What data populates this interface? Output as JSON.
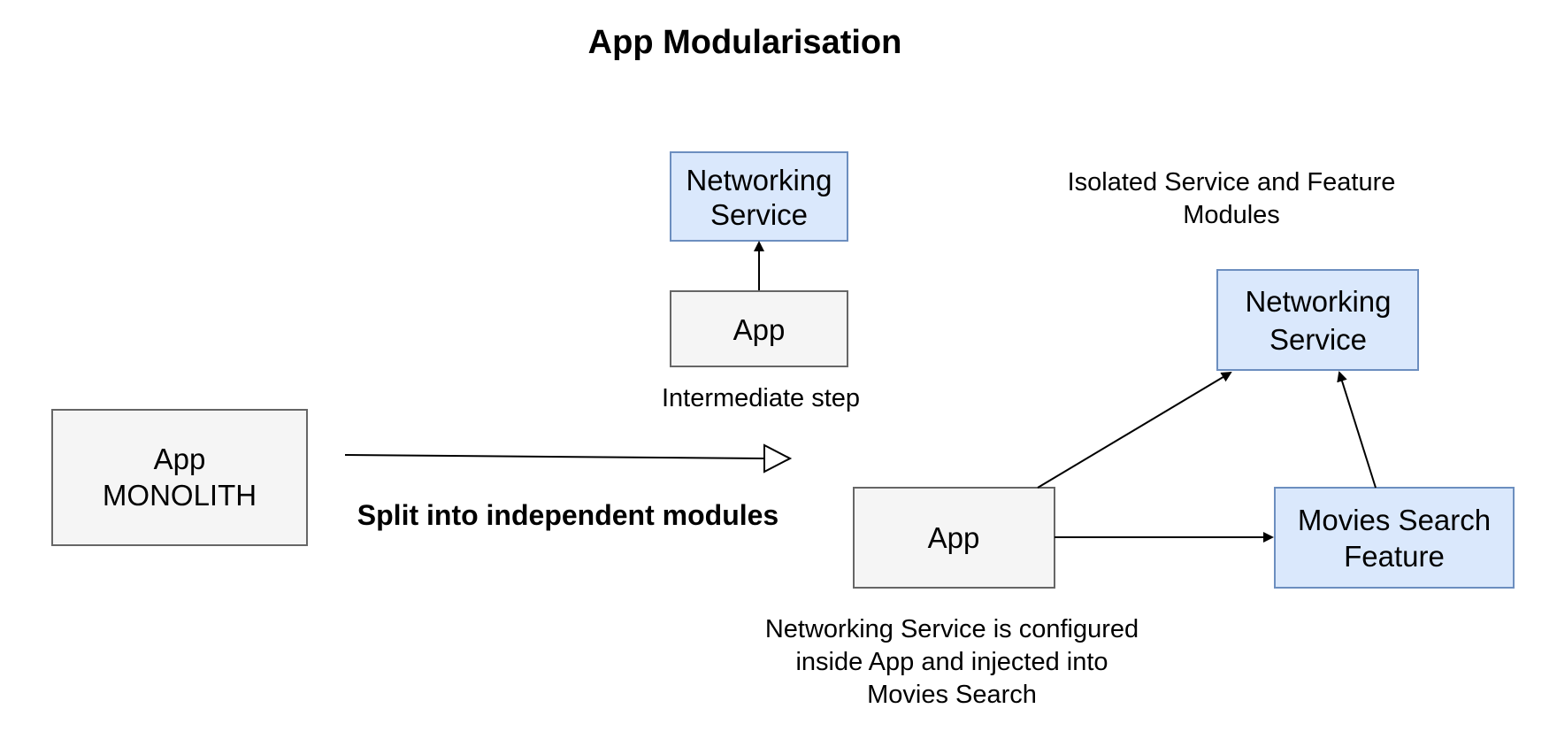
{
  "diagram": {
    "title": "App Modularisation",
    "monolith": {
      "line1": "App",
      "line2": "MONOLITH"
    },
    "split_label": "Split into independent modules",
    "intermediate": {
      "networking_line1": "Networking",
      "networking_line2": "Service",
      "app_label": "App",
      "caption": "Intermediate step"
    },
    "isolated": {
      "caption_line1": "Isolated Service and Feature",
      "caption_line2": "Modules",
      "networking_line1": "Networking",
      "networking_line2": "Service",
      "app_label": "App",
      "feature_line1": "Movies Search",
      "feature_line2": "Feature",
      "note_line1": "Networking Service is configured",
      "note_line2": "inside App and injected into",
      "note_line3": "Movies Search"
    },
    "colors": {
      "app_fill": "#f5f5f5",
      "app_stroke": "#666666",
      "module_fill": "#dae8fc",
      "module_stroke": "#6c8ebf",
      "line": "#000000"
    }
  }
}
